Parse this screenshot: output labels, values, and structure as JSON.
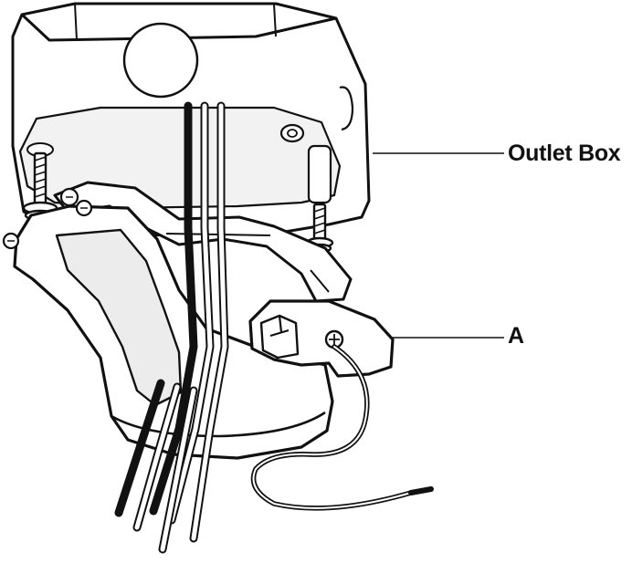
{
  "diagram": {
    "callouts": [
      {
        "id": "outlet-box",
        "label": "Outlet Box"
      },
      {
        "id": "part-a",
        "label": "A"
      }
    ]
  },
  "colors": {
    "ink": "#111111",
    "paper": "#ffffff",
    "shade": "#e6e6e6"
  }
}
